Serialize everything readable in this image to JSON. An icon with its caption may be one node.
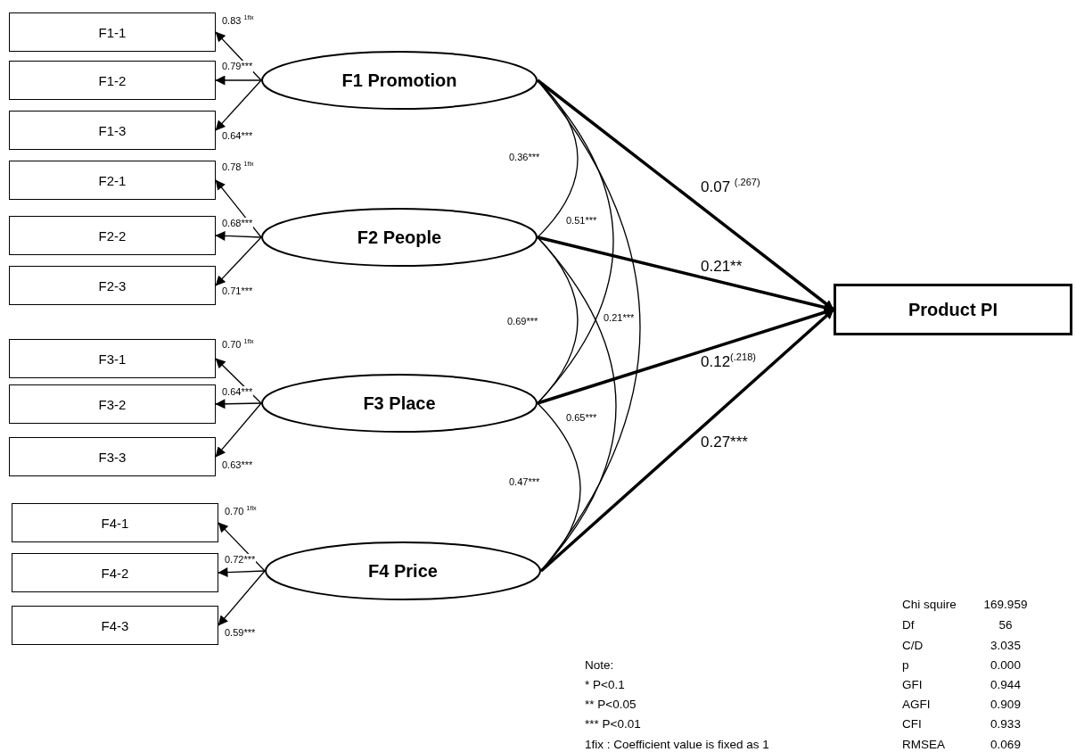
{
  "diagram": {
    "nodes": [
      {
        "text": [
          "F1-1"
        ]
      },
      {
        "text": [
          "F1-2"
        ]
      },
      {
        "text": [
          "F1-3"
        ]
      },
      {
        "text": [
          "F2-1"
        ]
      },
      {
        "text": [
          "F2-2"
        ]
      },
      {
        "text": [
          "F2-3"
        ]
      },
      {
        "text": [
          "F3-1"
        ]
      },
      {
        "text": [
          "F3-2"
        ]
      },
      {
        "text": [
          "F3-3"
        ]
      },
      {
        "text": [
          "F4-1"
        ]
      },
      {
        "text": [
          "F4-2"
        ]
      },
      {
        "text": [
          "F4-3"
        ]
      },
      {
        "text": [
          "F1 Promotion"
        ]
      },
      {
        "text": [
          "F2 People"
        ]
      },
      {
        "text": [
          "F3 Place"
        ]
      },
      {
        "text": [
          "F4 Price"
        ]
      },
      {
        "text": [
          "Product PI"
        ]
      }
    ],
    "edges": [
      {
        "from": 12,
        "to": 0,
        "arrow": "to",
        "label": "0.83 $^{1fix}$"
      },
      {
        "from": 12,
        "to": 1,
        "arrow": "to",
        "label": "0.79***"
      },
      {
        "from": 12,
        "to": 2,
        "arrow": "to",
        "label": "0.64***"
      },
      {
        "from": 13,
        "to": 3,
        "arrow": "to",
        "label": "0.78 $^{1fix}$"
      },
      {
        "from": 13,
        "to": 4,
        "arrow": "to",
        "label": "0.68***"
      },
      {
        "from": 13,
        "to": 5,
        "arrow": "to",
        "label": "0.71***"
      },
      {
        "from": 14,
        "to": 6,
        "arrow": "to",
        "label": "0.70 $^{1fix}$"
      },
      {
        "from": 14,
        "to": 7,
        "arrow": "to",
        "label": "0.64***"
      },
      {
        "from": 14,
        "to": 8,
        "arrow": "to",
        "label": "0.63***"
      },
      {
        "from": 15,
        "to": 9,
        "arrow": "to",
        "label": "0.70 $^{1fix}$"
      },
      {
        "from": 15,
        "to": 10,
        "arrow": "to",
        "label": "0.72***"
      },
      {
        "from": 15,
        "to": 11,
        "arrow": "to",
        "label": "0.59***"
      },
      {
        "from": 12,
        "to": 13,
        "arrow": "none",
        "label": "0.36***"
      },
      {
        "from": 12,
        "to": 14,
        "arrow": "none",
        "label": "0.51***"
      },
      {
        "from": 13,
        "to": 14,
        "arrow": "none",
        "label": "0.69***"
      },
      {
        "from": 12,
        "to": 15,
        "arrow": "none",
        "label": "0.21***"
      },
      {
        "from": 13,
        "to": 15,
        "arrow": "none",
        "label": "0.65***"
      },
      {
        "from": 14,
        "to": 15,
        "arrow": "none",
        "label": "0.47***"
      },
      {
        "from": 12,
        "to": 16,
        "arrow": "to",
        "label": "0.07 $^{(.267)}$",
        "style": "thick"
      },
      {
        "from": 13,
        "to": 16,
        "arrow": "to",
        "label": "0.21**",
        "style": "thick"
      },
      {
        "from": 14,
        "to": 16,
        "arrow": "to",
        "label": "0.12$^{(.218)}$",
        "style": "thick"
      },
      {
        "from": 15,
        "to": 16,
        "arrow": "to",
        "label": "0.27***",
        "style": "thick"
      }
    ],
    "labels": [
      "Note:",
      "* P<0.1",
      "** P<0.05",
      "*** P<0.01",
      "1fix : Coefficient value is fixed as 1",
      "Chi squire",
      "169.959",
      "Df",
      "56",
      "C/D",
      "3.035",
      "p",
      "0.000",
      "GFI",
      "0.944",
      "AGFI",
      "0.909",
      "CFI",
      "0.933",
      "RMSEA",
      "0.069"
    ]
  }
}
